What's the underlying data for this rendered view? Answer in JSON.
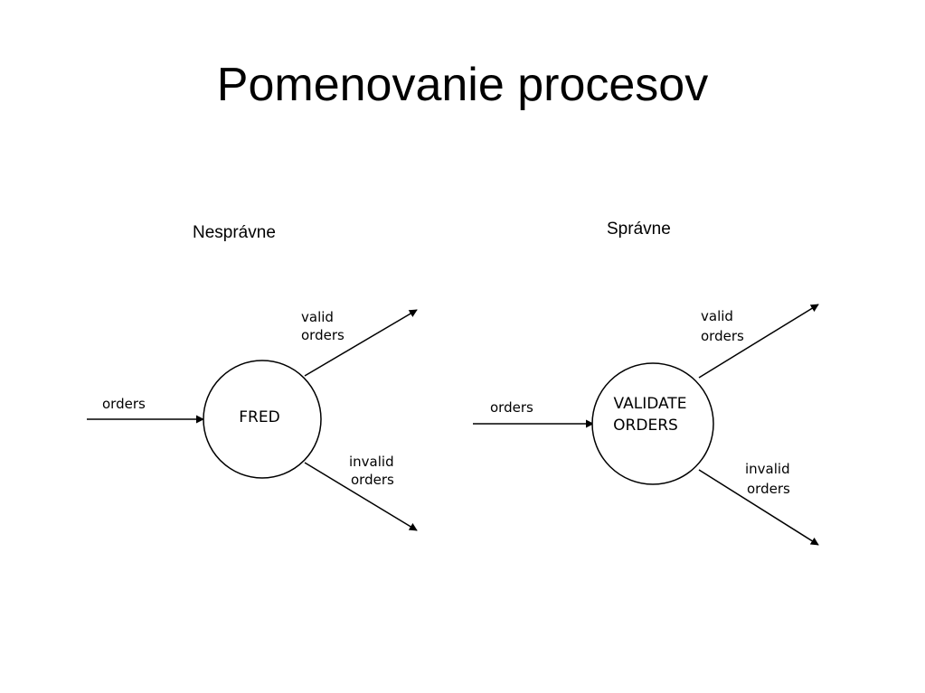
{
  "title": "Pomenovanie procesov",
  "diagrams": {
    "incorrect": {
      "caption": "Nesprávne",
      "process": [
        "FRED"
      ],
      "input_flow": "orders",
      "output_valid": [
        "valid",
        "orders"
      ],
      "output_invalid": [
        "invalid",
        "orders"
      ]
    },
    "correct": {
      "caption": "Správne",
      "process": [
        "VALIDATE",
        "ORDERS"
      ],
      "input_flow": "orders",
      "output_valid": [
        "valid",
        "orders"
      ],
      "output_invalid": [
        "invalid",
        "orders"
      ]
    }
  }
}
